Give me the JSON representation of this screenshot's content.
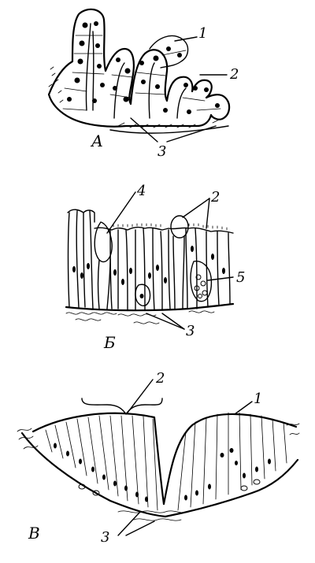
{
  "panels": [
    {
      "id": "A",
      "letter": "А",
      "callouts": [
        "1",
        "2",
        "3"
      ]
    },
    {
      "id": "B",
      "letter": "Б",
      "callouts": [
        "4",
        "2",
        "5",
        "3"
      ]
    },
    {
      "id": "V",
      "letter": "В",
      "callouts": [
        "2",
        "1",
        "3"
      ]
    }
  ]
}
